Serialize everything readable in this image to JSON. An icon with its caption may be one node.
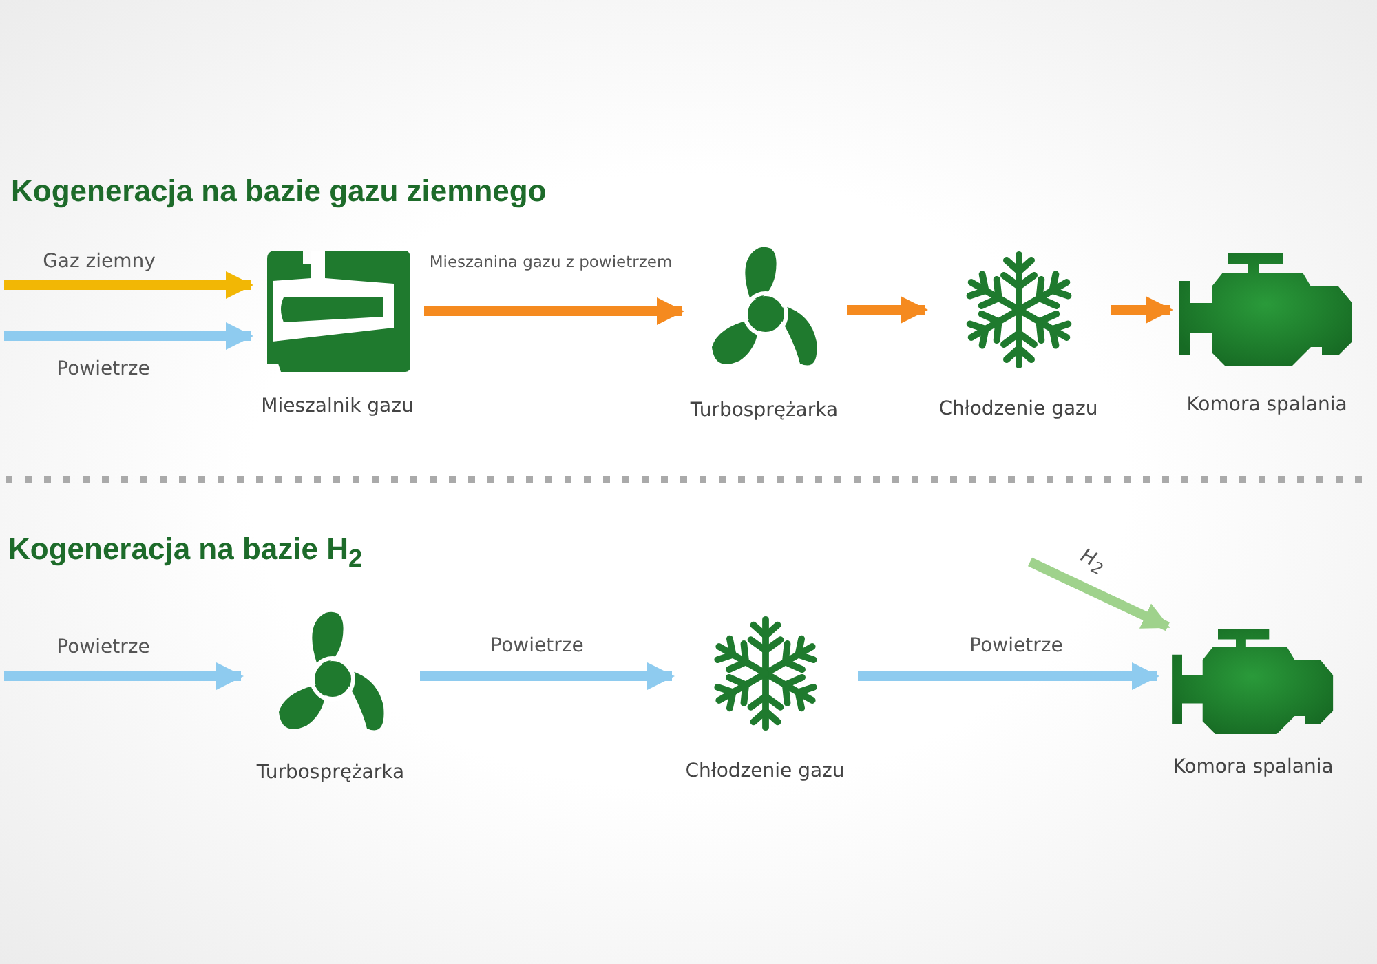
{
  "diagram": {
    "title": "Kogeneracja na bazie gazu ziemnego",
    "nodes": [
      {
        "text": [
          "Mieszalnik gazu"
        ]
      },
      {
        "text": [
          "Turbosprężarka"
        ]
      },
      {
        "text": [
          "Chłodzenie gazu"
        ]
      },
      {
        "text": [
          "Komora spalania"
        ]
      },
      {
        "text": [
          "Turbosprężarka"
        ]
      },
      {
        "text": [
          "Chłodzenie gazu"
        ]
      },
      {
        "text": [
          "Komora spalania"
        ]
      }
    ],
    "edges": [
      {
        "from": null,
        "to": 0,
        "arrow": "to",
        "label": "Gaz ziemny",
        "color": "#f2b705"
      },
      {
        "from": null,
        "to": 0,
        "arrow": "to",
        "label": "Powietrze",
        "color": "#8ecbef"
      },
      {
        "from": 0,
        "to": 1,
        "arrow": "to",
        "label": "Mieszanina gazu z powietrzem",
        "color": "#f58a1f"
      },
      {
        "from": 1,
        "to": 2,
        "arrow": "to",
        "color": "#f58a1f"
      },
      {
        "from": 2,
        "to": 3,
        "arrow": "to",
        "color": "#f58a1f"
      },
      {
        "from": null,
        "to": 4,
        "arrow": "to",
        "label": "Powietrze",
        "color": "#8ecbef"
      },
      {
        "from": 4,
        "to": 5,
        "arrow": "to",
        "label": "Powietrze",
        "color": "#8ecbef"
      },
      {
        "from": 5,
        "to": 6,
        "arrow": "to",
        "label": "Powietrze",
        "color": "#8ecbef"
      },
      {
        "from": null,
        "to": 6,
        "arrow": "to",
        "label": "H$_{2}$",
        "color": "#9fd28c"
      }
    ],
    "labels": [
      "Kogeneracja na bazie H$_{2}$"
    ]
  }
}
